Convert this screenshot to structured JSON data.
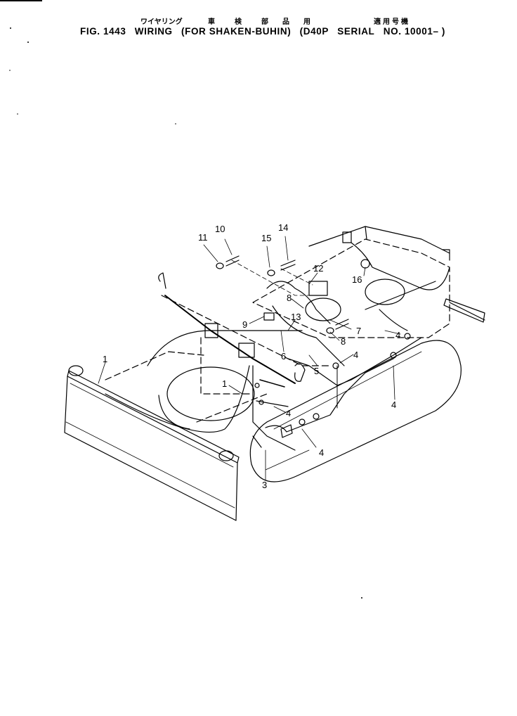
{
  "header": {
    "jp_title": "ワイヤリング",
    "jp_words": [
      "車",
      "検",
      "部",
      "品",
      "用"
    ],
    "jp_serial_label": "適用号機",
    "fig_label": "FIG. 1443",
    "title": "WIRING",
    "subtitle": "(FOR SHAKEN-BUHIN)",
    "serial_prefix": "(D40P",
    "serial_label": "SERIAL",
    "serial_no": "NO. 10001– )"
  },
  "callouts": [
    {
      "id": "c1a",
      "label": "1"
    },
    {
      "id": "c1b",
      "label": "1"
    },
    {
      "id": "c3",
      "label": "3"
    },
    {
      "id": "c4a",
      "label": "4"
    },
    {
      "id": "c4b",
      "label": "4"
    },
    {
      "id": "c4c",
      "label": "4"
    },
    {
      "id": "c4d",
      "label": "4"
    },
    {
      "id": "c4e",
      "label": "4"
    },
    {
      "id": "c5",
      "label": "5"
    },
    {
      "id": "c6",
      "label": "6"
    },
    {
      "id": "c7",
      "label": "7"
    },
    {
      "id": "c8a",
      "label": "8"
    },
    {
      "id": "c8b",
      "label": "8"
    },
    {
      "id": "c9",
      "label": "9"
    },
    {
      "id": "c10",
      "label": "10"
    },
    {
      "id": "c11",
      "label": "11"
    },
    {
      "id": "c12",
      "label": "12"
    },
    {
      "id": "c13",
      "label": "13"
    },
    {
      "id": "c14",
      "label": "14"
    },
    {
      "id": "c15",
      "label": "15"
    },
    {
      "id": "c16",
      "label": "16"
    }
  ]
}
